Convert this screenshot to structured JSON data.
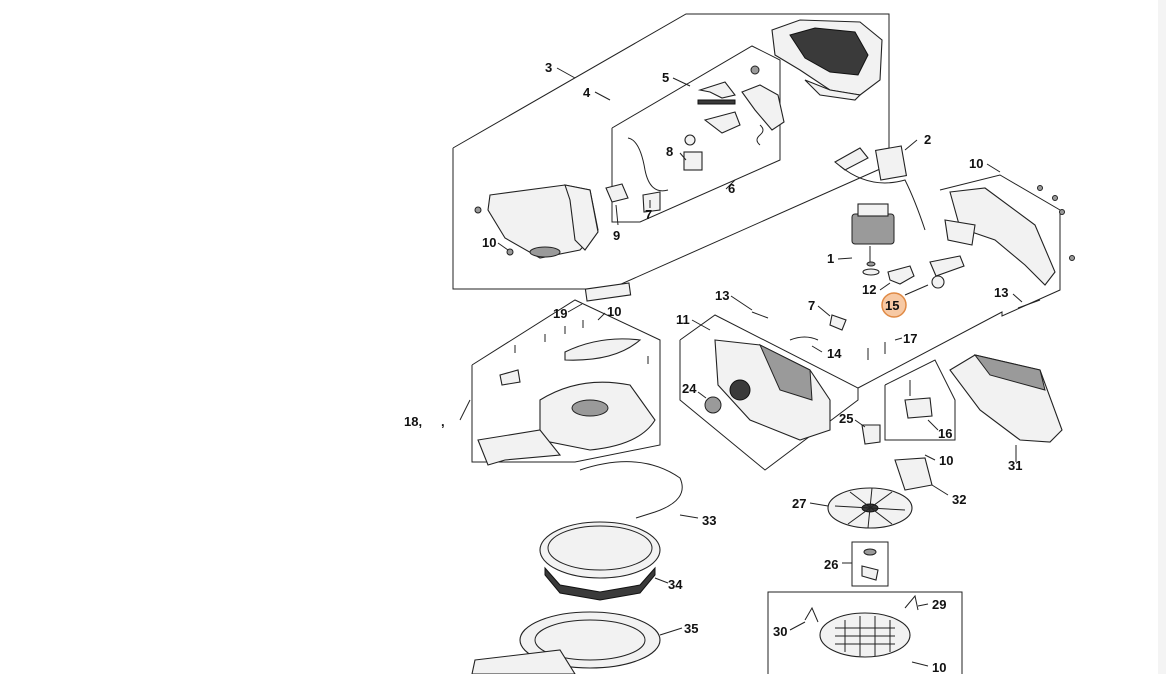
{
  "diagram": {
    "highlight_color": "#f7c9a4",
    "labels": {
      "p1": "1",
      "p2": "2",
      "p3": "3",
      "p4": "4",
      "p5": "5",
      "p6": "6",
      "p7a": "7",
      "p7b": "7",
      "p8": "8",
      "p9": "9",
      "p10a": "10",
      "p10b": "10",
      "p10c": "10",
      "p10d": "10",
      "p10e": "10",
      "p11": "11",
      "p12": "12",
      "p13a": "13",
      "p13b": "13",
      "p14": "14",
      "p15": "15",
      "p16": "16",
      "p17": "17",
      "p18": "18,",
      "p18b": ",",
      "p19": "19",
      "p24": "24",
      "p25": "25",
      "p26": "26",
      "p27": "27",
      "p29": "29",
      "p30": "30",
      "p31": "31",
      "p32": "32",
      "p33": "33",
      "p34": "34",
      "p35": "35"
    }
  }
}
